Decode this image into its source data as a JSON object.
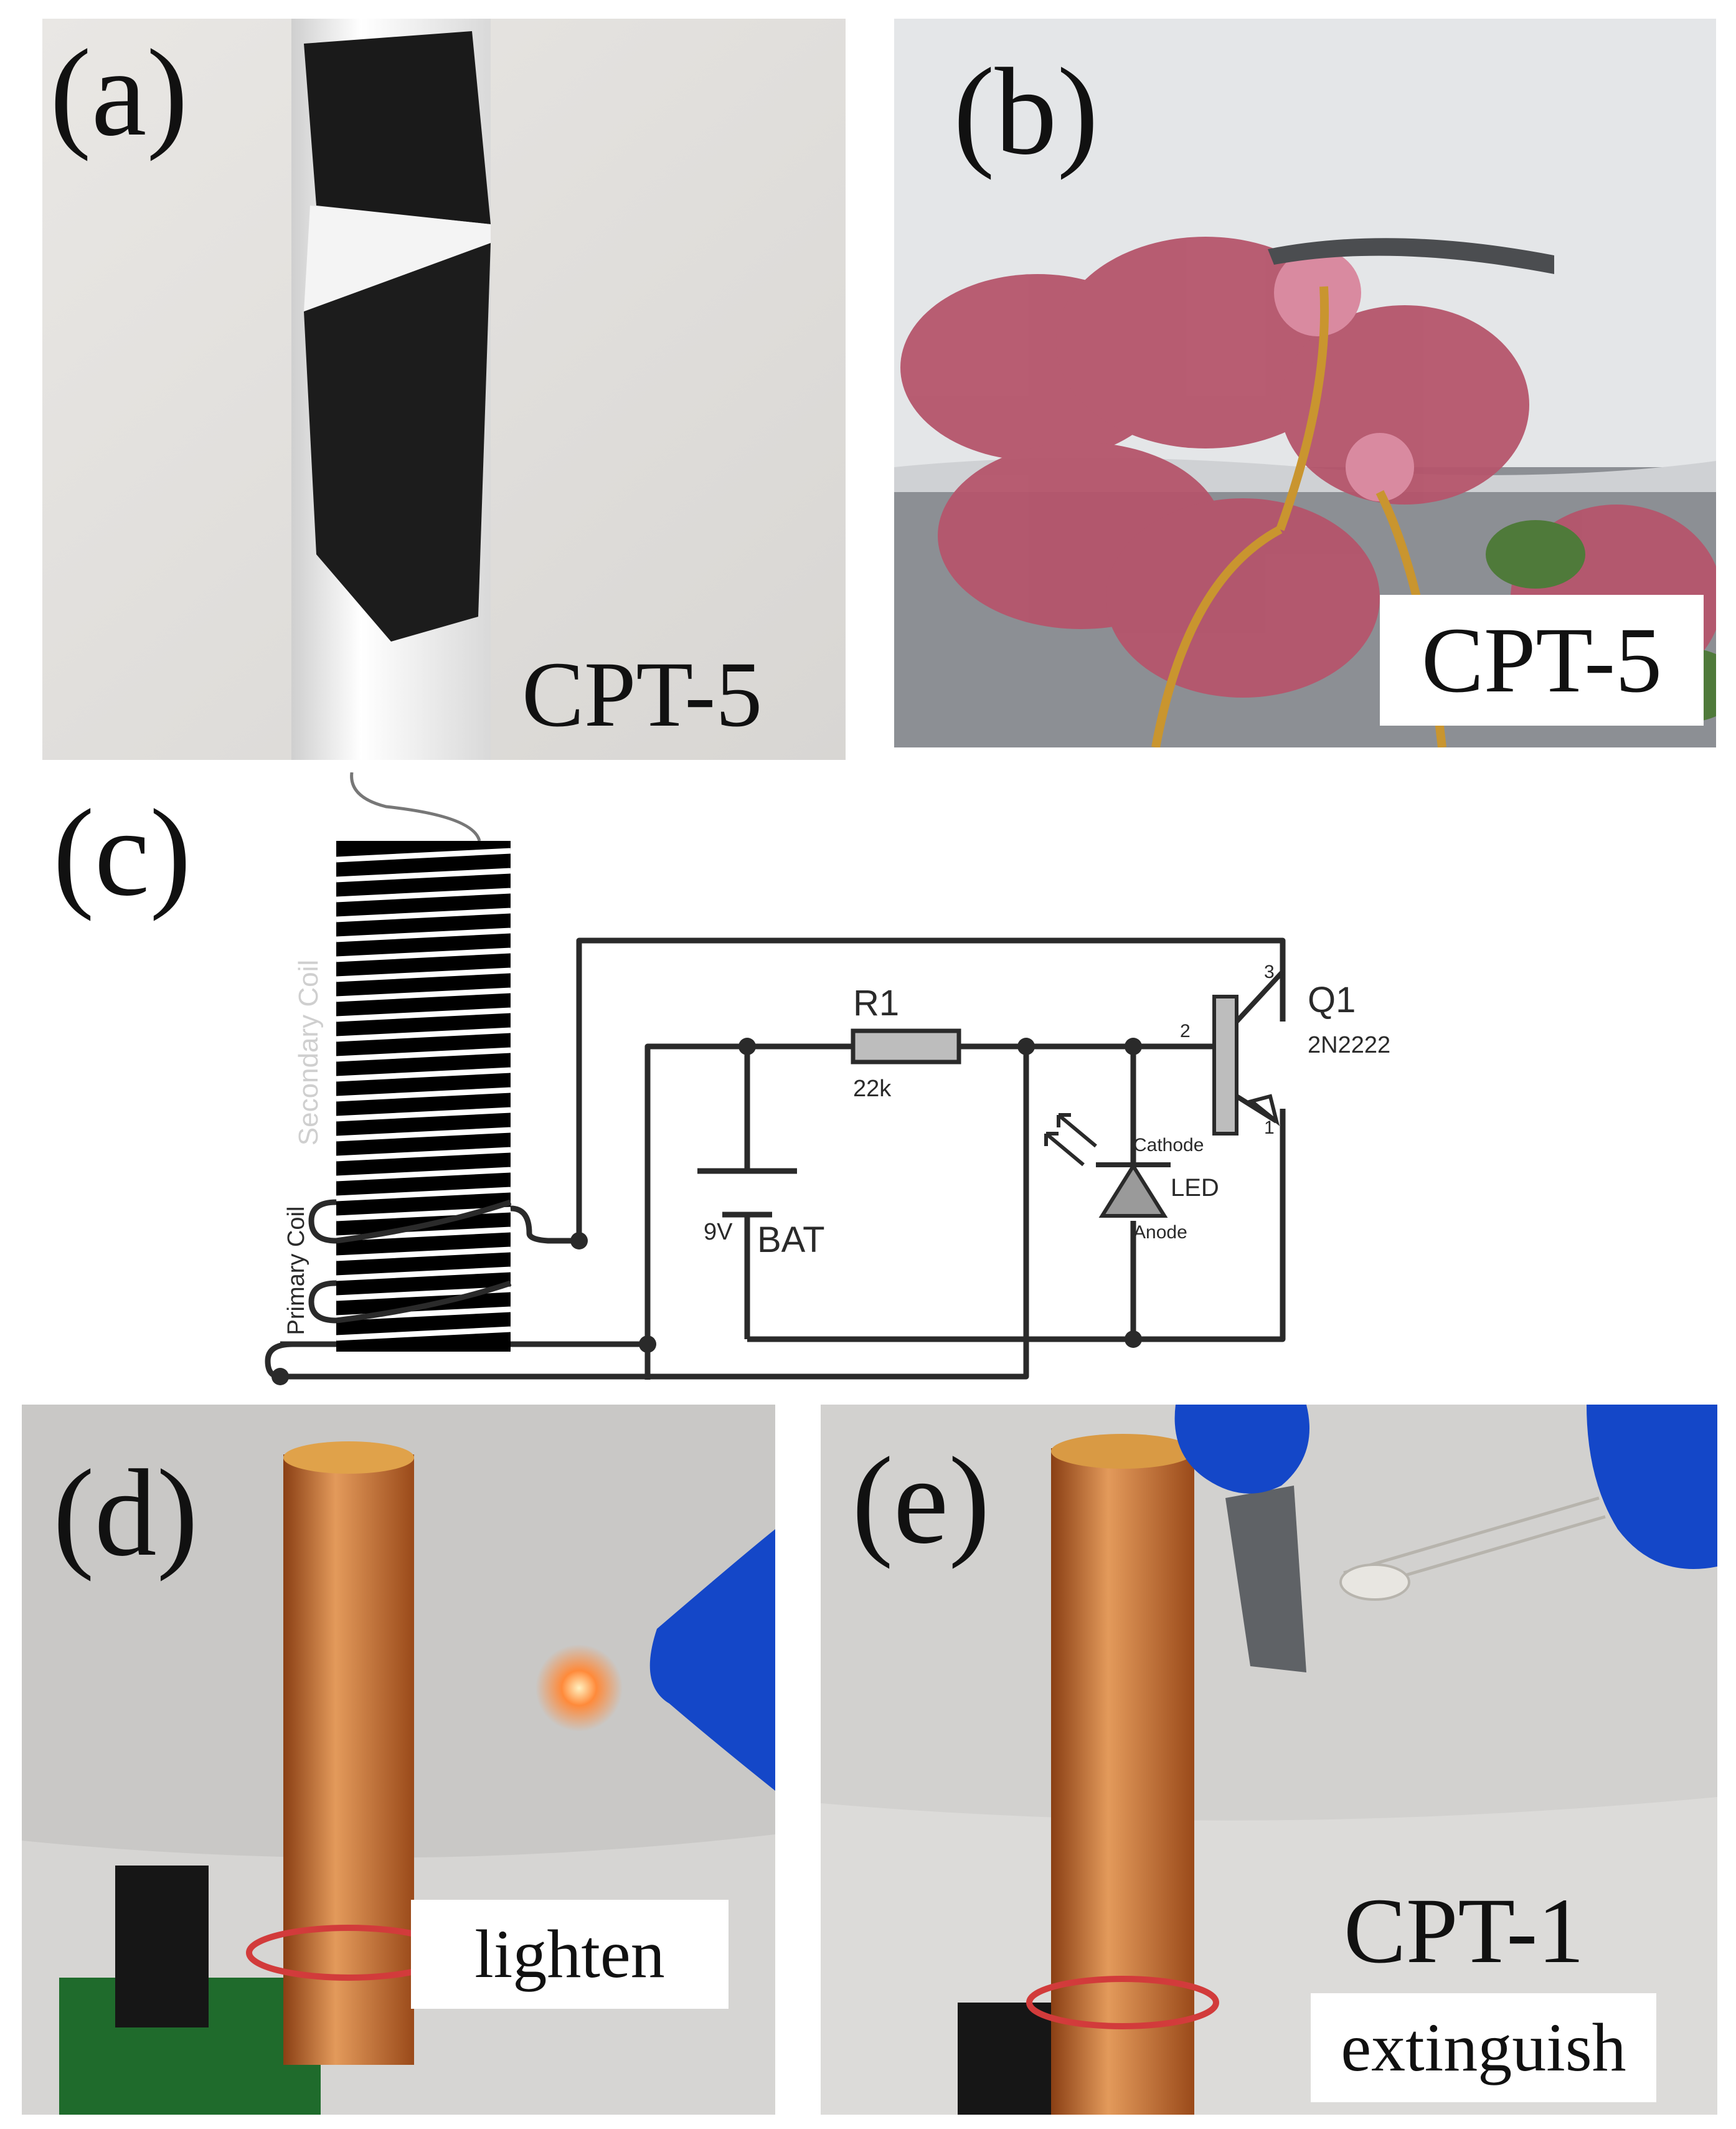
{
  "panels": {
    "a": {
      "label": "(a)",
      "tag": "CPT-5"
    },
    "b": {
      "label": "(b)",
      "tag": "CPT-5"
    },
    "c": {
      "label": "(c)",
      "secondary_coil": "Secondary Coil",
      "primary_coil": "Primary Coil",
      "resistor": {
        "name": "R1",
        "value": "22k"
      },
      "battery": {
        "voltage": "9V",
        "name": "BAT"
      },
      "led": {
        "name": "LED",
        "cathode": "Cathode",
        "anode": "Anode"
      },
      "transistor": {
        "name": "Q1",
        "part": "2N2222",
        "pin_base": "2",
        "pin_collector": "3",
        "pin_emitter": "1"
      }
    },
    "d": {
      "label": "(d)",
      "tag": "lighten"
    },
    "e": {
      "label": "(e)",
      "tag_top": "CPT-1",
      "tag": "extinguish"
    }
  },
  "colors": {
    "wire": "#2a2a2a",
    "component_fill": "#bdbdbd",
    "secondary_label": "#cfcfcf",
    "copper": "#c46a2e",
    "glove": "#1447c8",
    "flower": "#b5556b"
  }
}
